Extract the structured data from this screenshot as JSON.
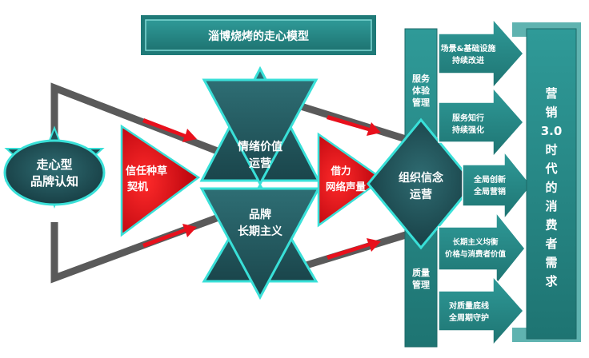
{
  "title": "淄博烧烤的走心模型",
  "brand_cognition": {
    "line1": "走心型",
    "line2": "品牌认知"
  },
  "trust_seeding": {
    "line1": "信任种草",
    "line2": "契机"
  },
  "emotional_value": {
    "line1": "情绪价值",
    "line2": "运营"
  },
  "brand_longterm": {
    "line1": "品牌",
    "line2": "长期主义"
  },
  "network_voice": {
    "line1": "借力",
    "line2": "网络声量"
  },
  "org_belief": {
    "line1": "组织信念",
    "line2": "运营"
  },
  "service_experience": {
    "line1": "服务",
    "line2": "体验",
    "line3": "管理"
  },
  "quality_management": {
    "line1": "质量",
    "line2": "管理"
  },
  "arrows": [
    {
      "line1": "场景&基础设施",
      "line2": "持续改进"
    },
    {
      "line1": "服务知行",
      "line2": "持续强化"
    },
    {
      "line1": "全局创新",
      "line2": "全局营销"
    },
    {
      "line1": "长期主义均衡",
      "line2": "价格与消费者价值"
    },
    {
      "line1": "对质量底线",
      "line2": "全周期守护"
    }
  ],
  "marketing_needs": [
    "营",
    "销",
    "3.0",
    "时",
    "代",
    "的",
    "消",
    "费",
    "者",
    "需",
    "求"
  ],
  "colors": {
    "teal": "#2E8B8B",
    "dark_teal": "#1F4F55",
    "cyan_border": "#39E0D8",
    "red": "#E8101C",
    "gray": "#5A5A5A"
  }
}
